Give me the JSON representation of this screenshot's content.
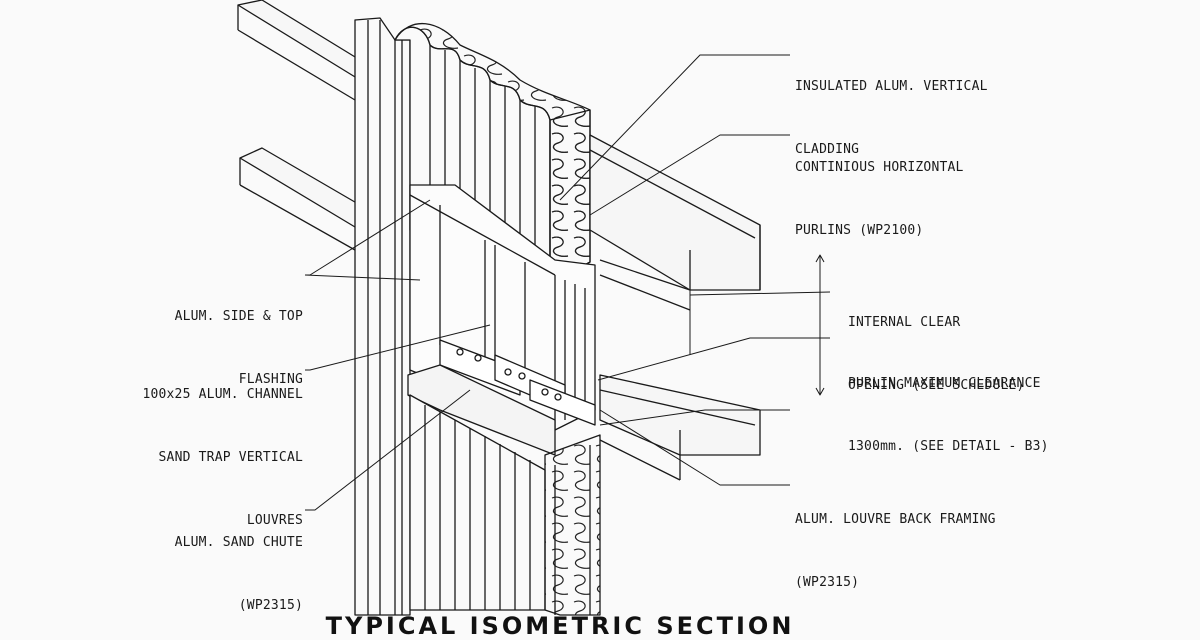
{
  "drawing": {
    "title": "TYPICAL ISOMETRIC SECTION",
    "labels": {
      "cladding": [
        "INSULATED ALUM. VERTICAL",
        "CLADDING"
      ],
      "purlins": [
        "CONTINIOUS HORIZONTAL",
        "PURLINS (WP2100)"
      ],
      "flashing": [
        "ALUM. SIDE & TOP",
        "FLASHING"
      ],
      "opening": [
        "INTERNAL CLEAR",
        "OPENING (SEE SCHEDULE)"
      ],
      "clearance": [
        "PURLIN MAXIMUM CLEARANCE",
        "1300mm. (SEE DETAIL - B3)"
      ],
      "channel": [
        "100x25 ALUM. CHANNEL",
        "SAND TRAP VERTICAL",
        "LOUVRES"
      ],
      "framing": [
        "ALUM. LOUVRE BACK FRAMING",
        "(WP2315)"
      ],
      "chute": [
        "ALUM. SAND CHUTE",
        "(WP2315)"
      ]
    }
  }
}
